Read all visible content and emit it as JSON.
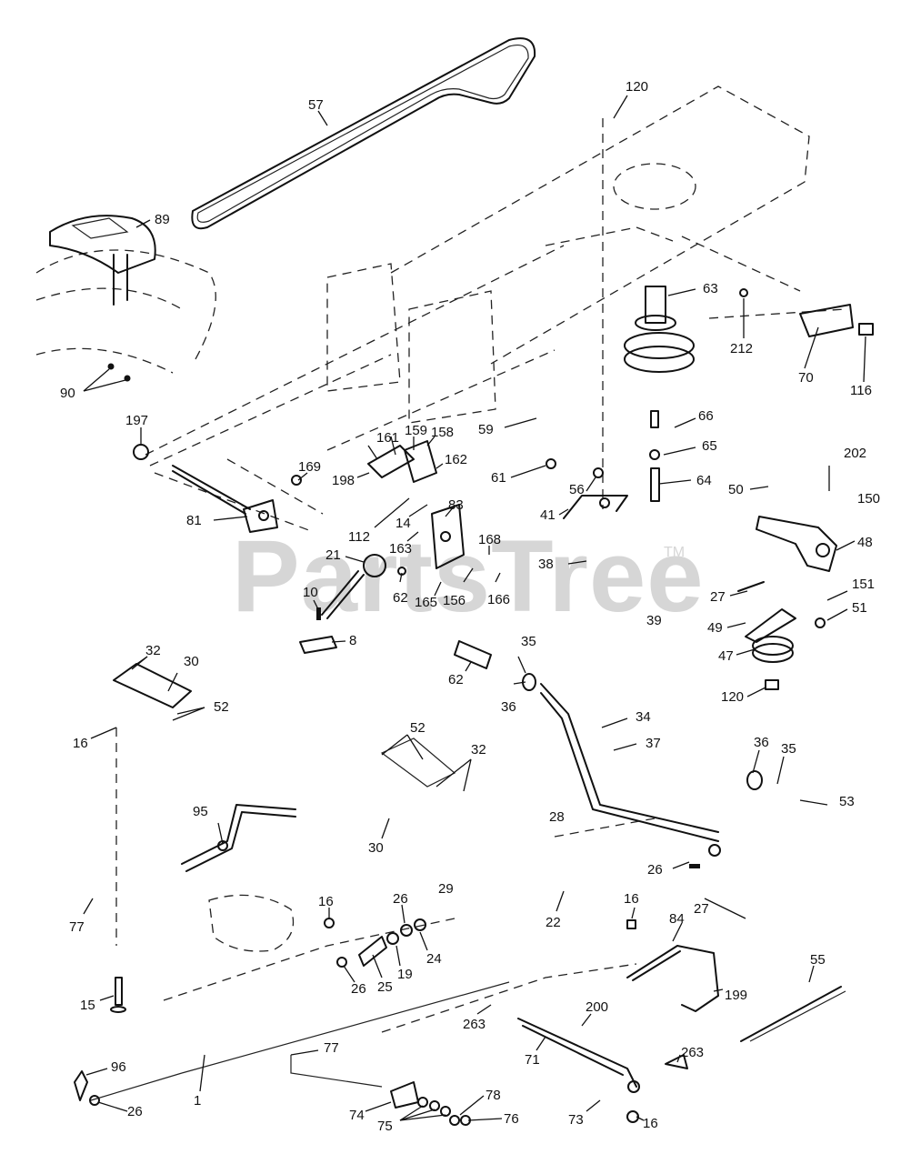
{
  "watermark": {
    "text": "PartsTree",
    "trademark": "TM"
  },
  "callouts": [
    "57",
    "89",
    "120",
    "63",
    "212",
    "70",
    "116",
    "90",
    "197",
    "59",
    "61",
    "66",
    "65",
    "64",
    "56",
    "41",
    "38",
    "202",
    "50",
    "150",
    "48",
    "27",
    "151",
    "51",
    "49",
    "47",
    "120",
    "39",
    "161",
    "159",
    "158",
    "162",
    "198",
    "169",
    "81",
    "112",
    "14",
    "83",
    "168",
    "163",
    "166",
    "156",
    "165",
    "21",
    "10",
    "62",
    "8",
    "62",
    "35",
    "36",
    "34",
    "37",
    "32",
    "30",
    "52",
    "16",
    "52",
    "32",
    "36",
    "35",
    "53",
    "95",
    "30",
    "28",
    "26",
    "27",
    "77",
    "29",
    "16",
    "26",
    "22",
    "16",
    "84",
    "55",
    "24",
    "19",
    "25",
    "26",
    "15",
    "199",
    "263",
    "200",
    "263",
    "71",
    "96",
    "26",
    "1",
    "77",
    "78",
    "74",
    "75",
    "76",
    "73",
    "16"
  ]
}
